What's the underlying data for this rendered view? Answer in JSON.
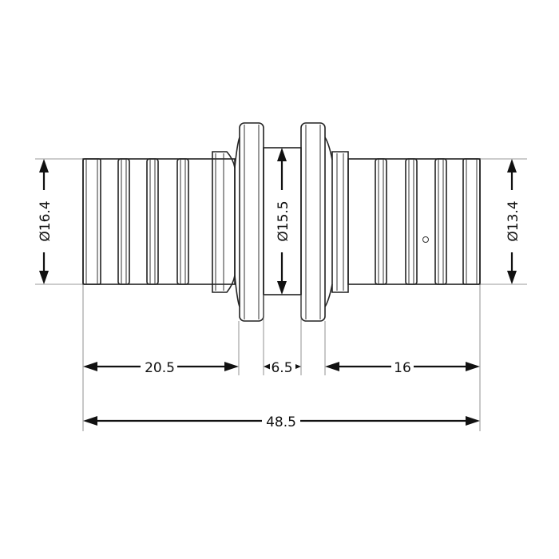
{
  "dimensions": {
    "left_diameter": "Ø16.4",
    "center_diameter": "Ø15.5",
    "right_diameter": "Ø13.4",
    "left_length": "20.5",
    "center_length": "6.5",
    "right_length": "16",
    "total_length": "48.5"
  }
}
